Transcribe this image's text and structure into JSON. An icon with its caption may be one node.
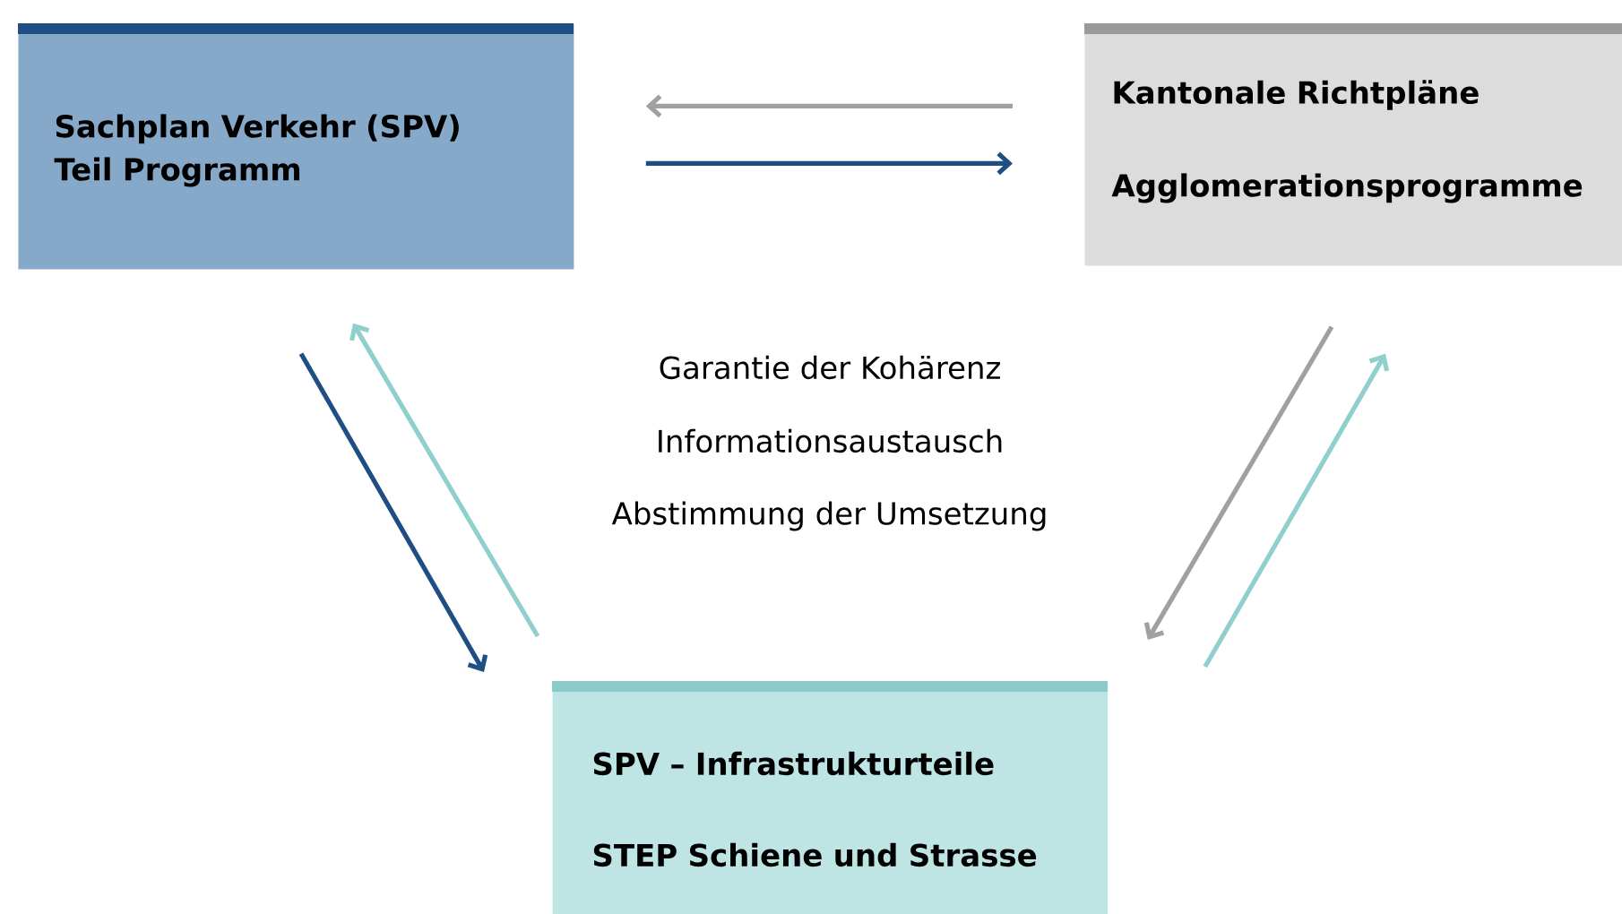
{
  "diagram": {
    "nodes": [
      {
        "text": [
          "Sachplan Verkehr (SPV) Teil Programm"
        ]
      },
      {
        "text": [
          "Kantonale Richtpläne",
          "Agglomerationsprogramme"
        ]
      },
      {
        "text": [
          "SPV – Infrastrukturteile",
          "STEP Schiene und Strasse"
        ]
      }
    ],
    "edges": [
      {
        "from": 1,
        "to": 0,
        "arrow": "to",
        "color": "#a0a0a0"
      },
      {
        "from": 0,
        "to": 1,
        "arrow": "to",
        "color": "#1f4e85"
      },
      {
        "from": 0,
        "to": 2,
        "arrow": "to",
        "color": "#1f4e85"
      },
      {
        "from": 2,
        "to": 0,
        "arrow": "to",
        "color": "#8fd0cc"
      },
      {
        "from": 1,
        "to": 2,
        "arrow": "to",
        "color": "#a0a0a0"
      },
      {
        "from": 2,
        "to": 1,
        "arrow": "to",
        "color": "#8fd0cc"
      }
    ],
    "labels": [
      "Garantie der Kohärenz",
      "Informationsaustausch",
      "Abstimmung der Umsetzung"
    ]
  }
}
